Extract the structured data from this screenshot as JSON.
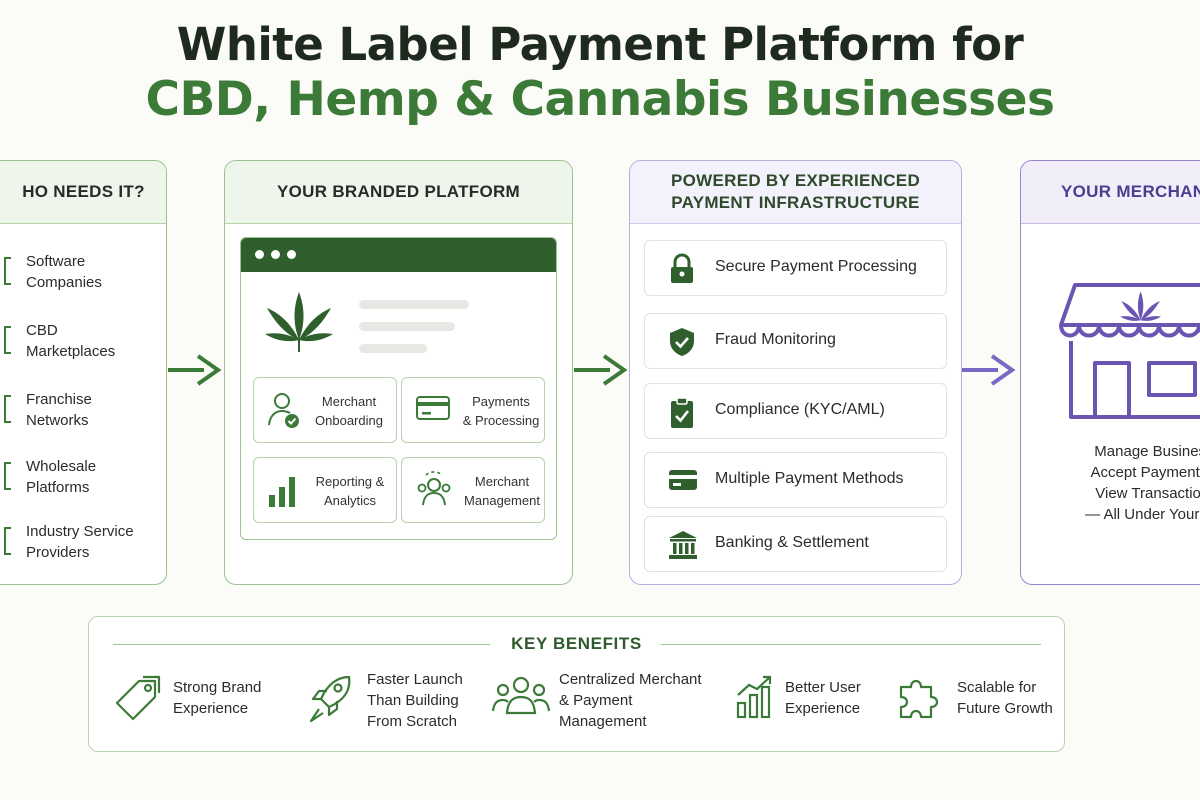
{
  "title": {
    "line1": "White Label Payment Platform for",
    "line2": "CBD, Hemp & Cannabis Businesses"
  },
  "who": {
    "heading": "HO NEEDS IT?",
    "items": [
      {
        "line1": "Software",
        "line2": "Companies"
      },
      {
        "line1": "CBD",
        "line2": "Marketplaces"
      },
      {
        "line1": "Franchise",
        "line2": "Networks"
      },
      {
        "line1": "Wholesale",
        "line2": "Platforms"
      },
      {
        "line1": "Industry Service",
        "line2": "Providers"
      }
    ]
  },
  "brand": {
    "heading": "YOUR BRANDED PLATFORM",
    "tiles": [
      {
        "line1": "Merchant",
        "line2": "Onboarding"
      },
      {
        "line1": "Payments",
        "line2": "& Processing"
      },
      {
        "line1": "Reporting &",
        "line2": "Analytics"
      },
      {
        "line1": "Merchant",
        "line2": "Management"
      }
    ]
  },
  "infra": {
    "heading_line1": "POWERED BY EXPERIENCED",
    "heading_line2": "PAYMENT INFRASTRUCTURE",
    "items": [
      {
        "label": "Secure Payment Processing",
        "icon": "lock-icon"
      },
      {
        "label": "Fraud Monitoring",
        "icon": "shield-check-icon"
      },
      {
        "label": "Compliance (KYC/AML)",
        "icon": "clipboard-check-icon"
      },
      {
        "label": "Multiple Payment Methods",
        "icon": "credit-card-icon"
      },
      {
        "label": "Banking & Settlement",
        "icon": "bank-icon"
      }
    ]
  },
  "merchant": {
    "heading": "YOUR MERCHANT",
    "lines": [
      "Manage Business,",
      "Accept Payments &",
      "View Transactions",
      "— All Under Your Bra"
    ]
  },
  "benefits": {
    "heading": "KEY BENEFITS",
    "items": [
      {
        "line1": "Strong Brand",
        "line2": "Experience",
        "line3": ""
      },
      {
        "line1": "Faster Launch",
        "line2": "Than Building",
        "line3": "From Scratch"
      },
      {
        "line1": "Centralized Merchant",
        "line2": "& Payment",
        "line3": "Management"
      },
      {
        "line1": "Better User",
        "line2": "Experience",
        "line3": ""
      },
      {
        "line1": "Scalable for",
        "line2": "Future Growth",
        "line3": ""
      }
    ]
  },
  "colors": {
    "green_dark": "#2f5f2c",
    "green": "#3c7a38",
    "purple": "#6a55b0",
    "purple_arrow": "#7b68c4"
  }
}
